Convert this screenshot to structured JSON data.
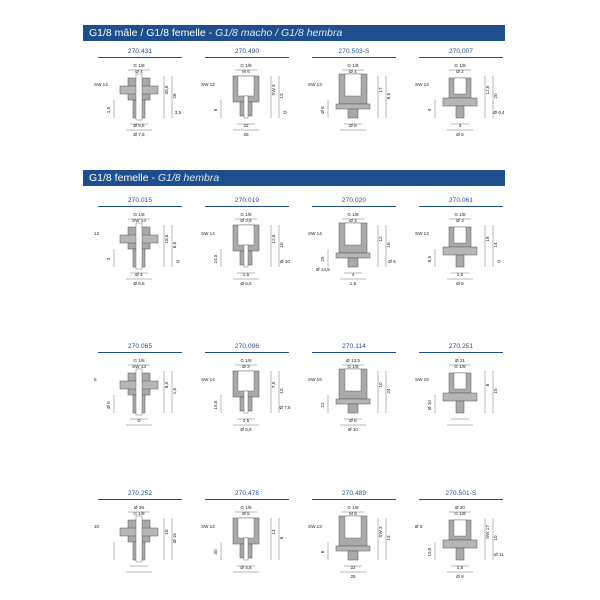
{
  "section1": {
    "title": "G1/8 mâle / G1/8 femelle - ",
    "title_es": "G1/8 macho / G1/8 hembra"
  },
  "section2": {
    "title": "G1/8 femelle - ",
    "title_es": "G1/8 hembra"
  },
  "colors": {
    "band": "#1f4e8c",
    "part_code": "#1f4e8c",
    "body": "#a9a9a9"
  },
  "parts": [
    {
      "code": "270.431",
      "labels": [
        "G 1/8",
        "Ø 4",
        "SW 14",
        "35,5",
        "26",
        "1,5",
        "Ø 5,5",
        "Ø 7,5",
        "3,5"
      ]
    },
    {
      "code": "270.490",
      "labels": [
        "G 1/8",
        "M 6",
        "SW 13",
        "SW 3",
        "13",
        "6",
        "22",
        "25",
        "D"
      ]
    },
    {
      "code": "270.503-S",
      "labels": [
        "G 1/8",
        "Ø 4",
        "SW 13",
        "17",
        "6,5",
        "Ø 6",
        "Ø 8"
      ]
    },
    {
      "code": "270.007",
      "labels": [
        "G 1/8",
        "Ø 2",
        "SW 14",
        "12,5",
        "20",
        "4",
        "3",
        "Ø 6",
        "Ø 6,4"
      ]
    },
    {
      "code": "270.015",
      "labels": [
        "G 1/8",
        "SW 14",
        "12",
        "18,5",
        "6,5",
        "3",
        "Ø 4",
        "Ø 6,5",
        "D"
      ]
    },
    {
      "code": "270.019",
      "labels": [
        "G 1/8",
        "Ø 3,6",
        "SW 14",
        "12,5",
        "10",
        "24,5",
        "1,5",
        "Ø 6,5",
        "Ø 10"
      ]
    },
    {
      "code": "270.020",
      "labels": [
        "G 1/8",
        "Ø 3",
        "SW 14",
        "12",
        "16",
        "25",
        "4",
        "1,5",
        "Ø 6",
        "Ø 13,5"
      ]
    },
    {
      "code": "270.061",
      "labels": [
        "G 1/8",
        "Ø 3",
        "SW 13",
        "18",
        "14",
        "6,5",
        "1,5",
        "Ø 6",
        "D"
      ]
    },
    {
      "code": "270.065",
      "labels": [
        "G 1/8",
        "SW 13",
        "5",
        "8,5",
        "1,5",
        "Ø 5",
        "D"
      ]
    },
    {
      "code": "270.096",
      "labels": [
        "G 1/8",
        "Ø 3",
        "SW 14",
        "7,5",
        "10",
        "15,5",
        "2,5",
        "Ø 5,5",
        "Ø 7,5"
      ]
    },
    {
      "code": "270.114",
      "labels": [
        "Ø 13,5",
        "G 1/8",
        "SW 16",
        "10",
        "24",
        "22",
        "Ø 6",
        "Ø 10"
      ]
    },
    {
      "code": "270.251",
      "labels": [
        "Ø 21",
        "G 1/8",
        "SW 15",
        "6",
        "15",
        "Ø 10"
      ]
    },
    {
      "code": "270.252",
      "labels": [
        "Ø 28",
        "G 1/8",
        "10",
        "18",
        "Ø 15"
      ]
    },
    {
      "code": "270.478",
      "labels": [
        "G 1/8",
        "Ø 5",
        "SW 13",
        "13",
        "6",
        "30",
        "Ø 4,5"
      ]
    },
    {
      "code": "270.489",
      "labels": [
        "G 1/8",
        "M 6",
        "SW 13",
        "SW 3",
        "13",
        "6",
        "22",
        "25"
      ]
    },
    {
      "code": "270.501-S",
      "labels": [
        "Ø 20",
        "G 1/8",
        "Ø 5",
        "SW 17",
        "10",
        "15,5",
        "1,5",
        "Ø 8",
        "Ø 11"
      ]
    }
  ]
}
